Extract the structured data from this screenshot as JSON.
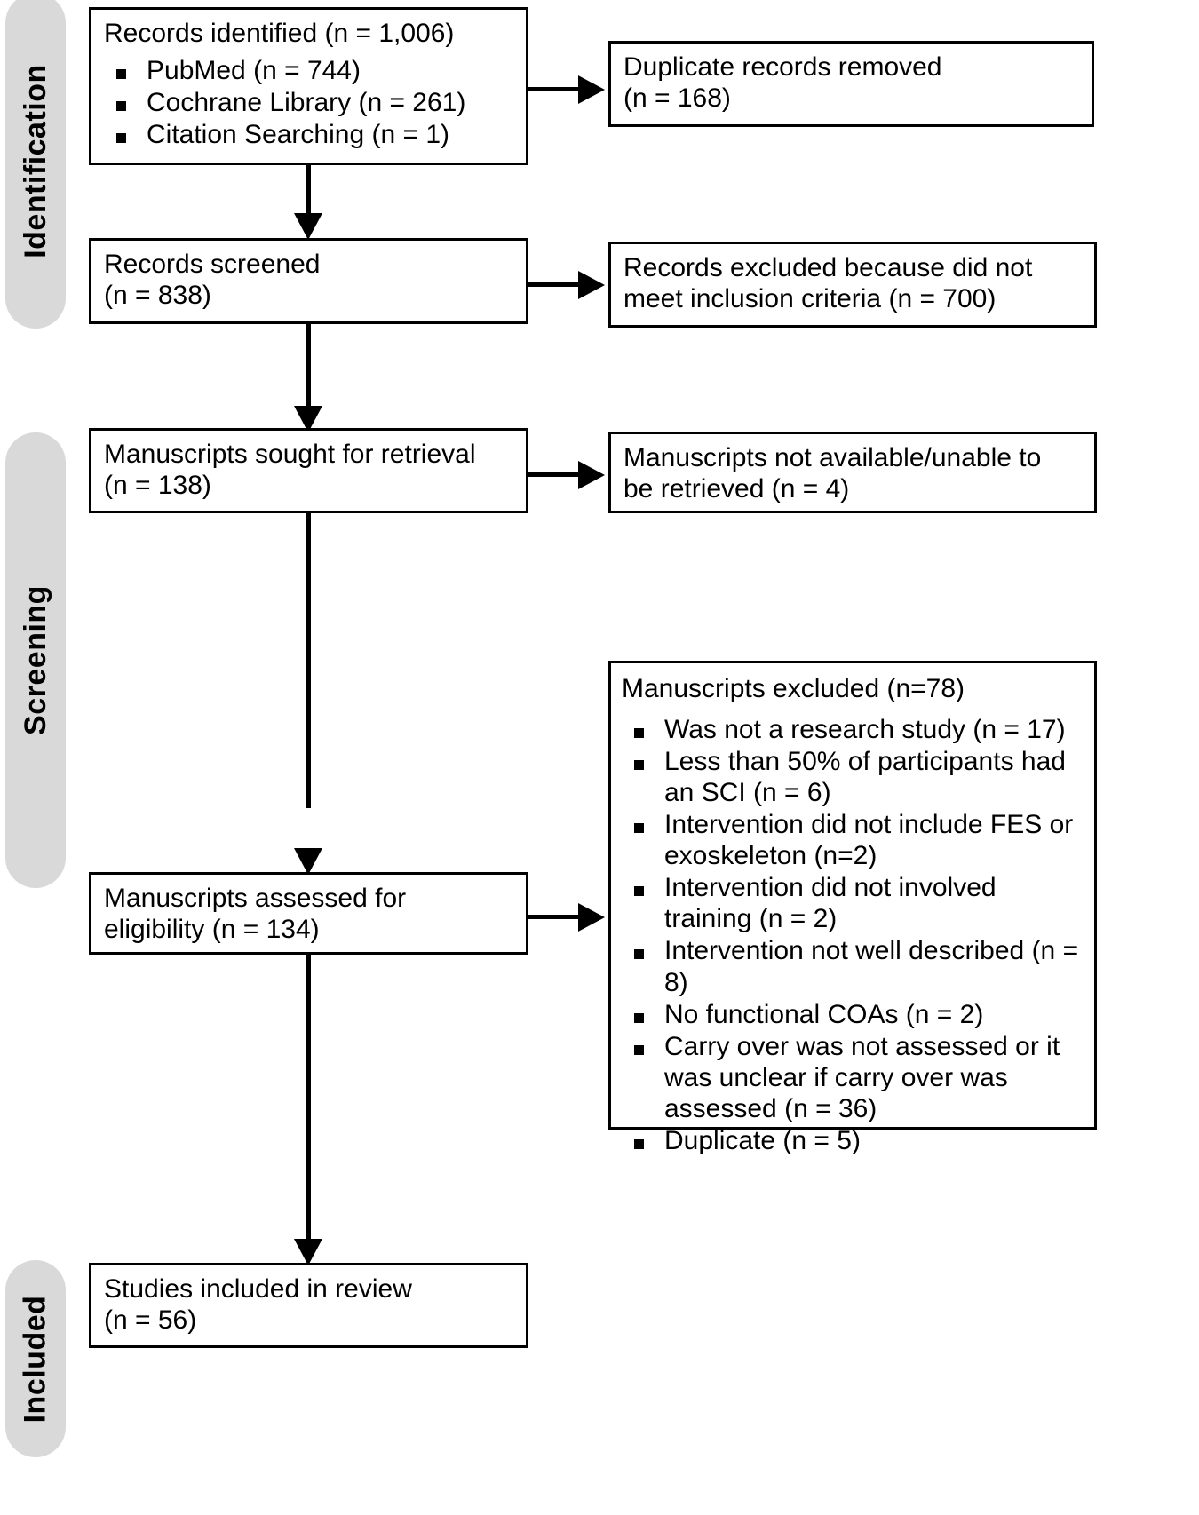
{
  "diagram": {
    "type": "prisma-flow-diagram",
    "title": "PRISMA Flow Diagram",
    "colors": {
      "phase_pill_background": "#d9d9d9",
      "box_border": "#000000",
      "box_background": "#ffffff",
      "text": "#000000",
      "page_background": "#ffffff"
    }
  },
  "phases": [
    {
      "id": "identification",
      "label": "Identification"
    },
    {
      "id": "screening",
      "label": "Screening"
    },
    {
      "id": "included",
      "label": "Included"
    }
  ],
  "boxes": {
    "records_identified": {
      "title": "Records identified (n = 1,006)",
      "items": [
        "PubMed (n = 744)",
        "Cochrane Library (n = 261)",
        "Citation Searching (n = 1)"
      ]
    },
    "duplicates_removed": {
      "text": "Duplicate records removed\n(n = 168)"
    },
    "records_screened": {
      "text": "Records screened\n(n = 838)"
    },
    "records_excluded": {
      "text": "Records excluded because did not\nmeet inclusion criteria (n = 700)"
    },
    "manuscripts_sought": {
      "text": "Manuscripts sought for retrieval\n(n = 138)"
    },
    "manuscripts_not_available": {
      "text": "Manuscripts not available/unable to\nbe retrieved (n = 4)"
    },
    "manuscripts_assessed": {
      "text": "Manuscripts assessed for\neligibility (n = 134)"
    },
    "manuscripts_excluded": {
      "title": "Manuscripts excluded (n=78)",
      "items": [
        "Was not a research study (n = 17)",
        "Less than 50% of participants had an SCI (n = 6)",
        "Intervention did not include FES or exoskeleton (n=2)",
        "Intervention did not involved training (n = 2)",
        "Intervention not well described (n = 8)",
        "No functional COAs (n = 2)",
        "Carry over was not assessed or it was unclear if carry over was assessed (n = 36)",
        "Duplicate (n = 5)"
      ]
    },
    "studies_included": {
      "text": "Studies included in review\n(n = 56)"
    }
  },
  "flow_data": {
    "records_identified_total": 1006,
    "sources": [
      {
        "name": "PubMed",
        "n": 744
      },
      {
        "name": "Cochrane Library",
        "n": 261
      },
      {
        "name": "Citation Searching",
        "n": 1
      }
    ],
    "duplicates_removed_n": 168,
    "records_screened_n": 838,
    "records_excluded_n": 700,
    "manuscripts_sought_n": 138,
    "manuscripts_not_available_n": 4,
    "manuscripts_assessed_n": 134,
    "manuscripts_excluded_n": 78,
    "exclusion_reasons": [
      {
        "reason": "Was not a research study",
        "n": 17
      },
      {
        "reason": "Less than 50% of participants had an SCI",
        "n": 6
      },
      {
        "reason": "Intervention did not include FES or exoskeleton",
        "n": 2
      },
      {
        "reason": "Intervention did not involved training",
        "n": 2
      },
      {
        "reason": "Intervention not well described",
        "n": 8
      },
      {
        "reason": "No functional COAs",
        "n": 2
      },
      {
        "reason": "Carry over was not assessed or it was unclear if carry over was assessed",
        "n": 36
      },
      {
        "reason": "Duplicate",
        "n": 5
      }
    ],
    "studies_included_n": 56
  }
}
